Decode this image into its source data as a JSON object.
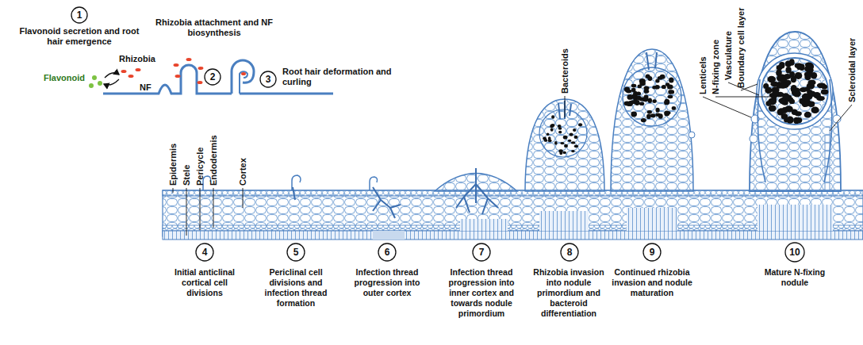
{
  "diagram": {
    "nodes": [
      {
        "text": [
          "1",
          "Flavonoid secretion and root hair emergence"
        ]
      },
      {
        "text": [
          "2",
          "Rhizobia attachment and NF biosynthesis"
        ]
      },
      {
        "text": [
          "3",
          "Root hair deformation and curling"
        ]
      },
      {
        "text": [
          "4",
          "Initial anticlinal cortical cell divisions"
        ]
      },
      {
        "text": [
          "5",
          "Periclinal cell divisions and infection thread formation"
        ]
      },
      {
        "text": [
          "6",
          "Infection thread progression into outer cortex"
        ]
      },
      {
        "text": [
          "7",
          "Infection thread progression into inner cortex and towards nodule primordium"
        ]
      },
      {
        "text": [
          "8",
          "Rhizobia invasion into nodule primordium and bacteroid differentiation"
        ]
      },
      {
        "text": [
          "9",
          "Continued rhizobia invasion and nodule maturation"
        ]
      },
      {
        "text": [
          "10",
          "Mature N-fixing nodule"
        ]
      }
    ],
    "labels": [
      "Flavonoid",
      "Rhizobia",
      "NF",
      "Epidermis",
      "Stele",
      "Pericycle",
      "Endodermis",
      "Cortex",
      "Bacteroids",
      "Lenticels",
      "N-fixing zone",
      "Vasculature",
      "Boundary cell layer",
      "Scleroidal layer"
    ]
  }
}
